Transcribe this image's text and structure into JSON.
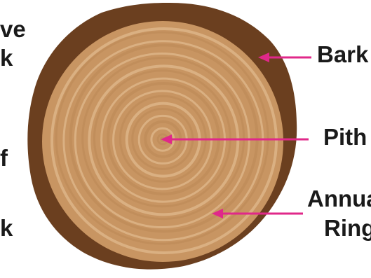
{
  "labels": {
    "bark": "Bark",
    "pith": "Pith",
    "annual_rings_line1": "Annua",
    "annual_rings_line2": "Ring"
  },
  "left_edge_fragments": [
    "ve",
    "k",
    "f",
    "k"
  ],
  "colors": {
    "bark": "#6b3f1f",
    "bark_edge": "#5a3317",
    "sapwood": "#c89562",
    "ring_light": "#dcb286",
    "ring_dark": "#c08d5b",
    "arrow": "#e0288a",
    "label_text": "#1a1a1a"
  },
  "icons": {
    "bark_arrow": "arrow-left-icon",
    "pith_arrow": "arrow-left-icon",
    "rings_arrow": "arrow-left-icon"
  }
}
